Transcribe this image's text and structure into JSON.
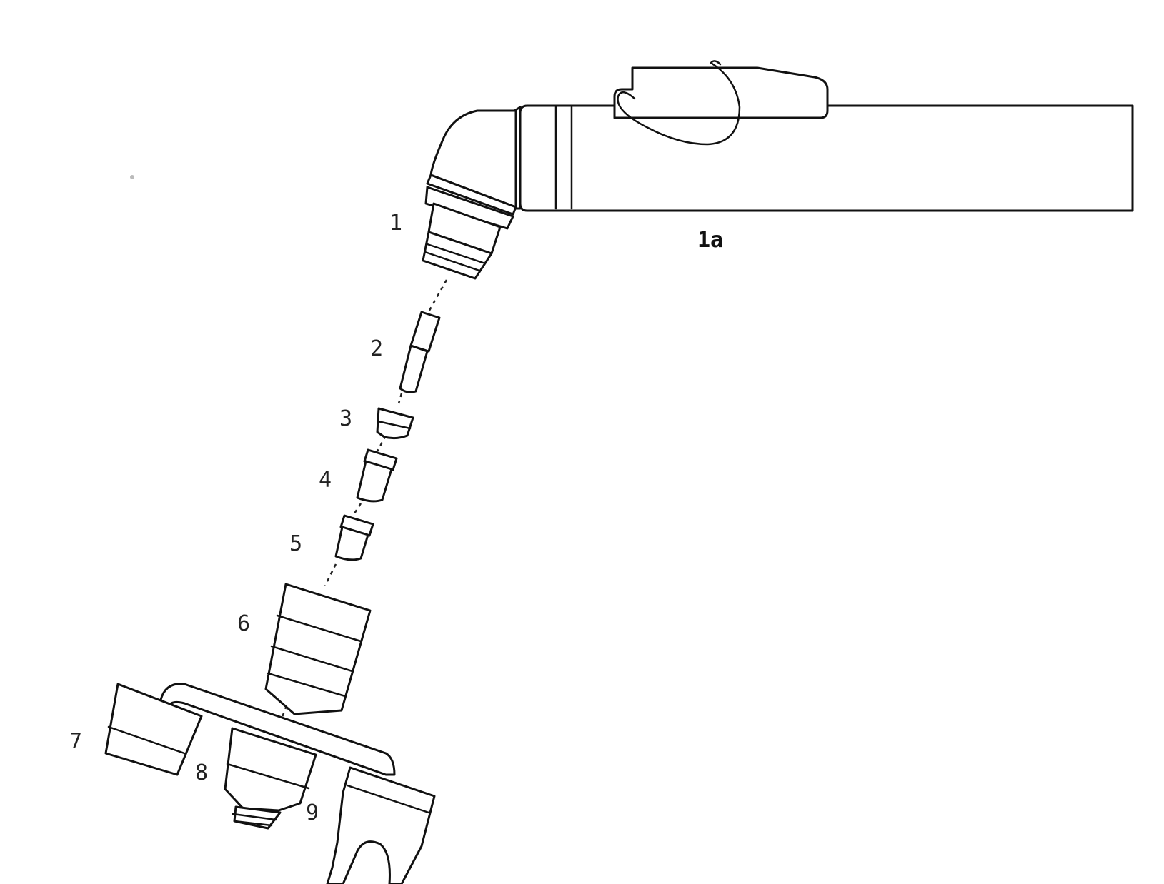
{
  "labels": {
    "part_1": "1",
    "part_1a": "1a",
    "part_2": "2",
    "part_3": "3",
    "part_4": "4",
    "part_5": "5",
    "part_6": "6",
    "part_7": "7",
    "part_8": "8",
    "part_9": "9"
  },
  "colors": {
    "line": "#111111",
    "background": "#ffffff"
  }
}
